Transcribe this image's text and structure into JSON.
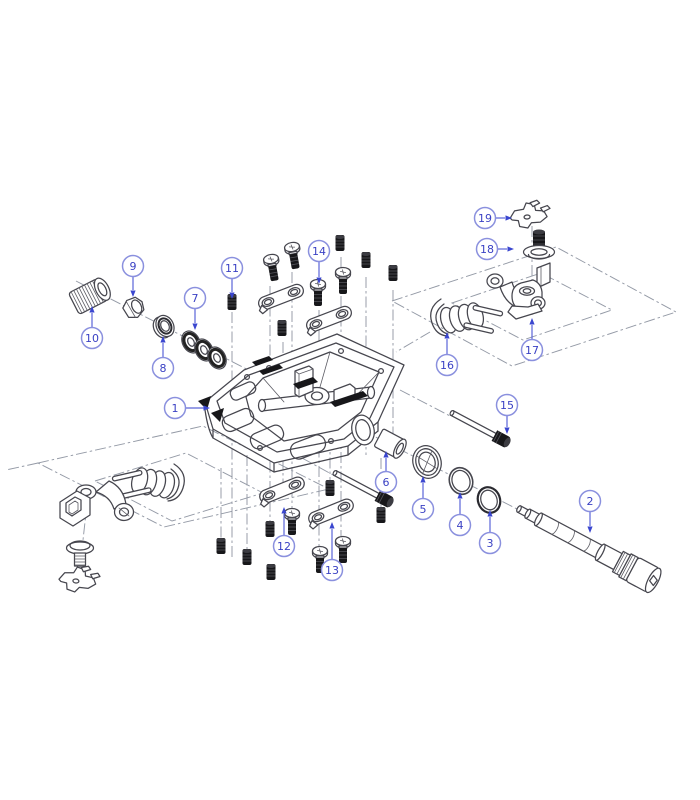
{
  "diagram": {
    "kind": "exploded-parts-diagram",
    "colors": {
      "background": "#ffffff",
      "part_line": "#46464e",
      "dark_fill": "#17171a",
      "centerline": "#949aa6",
      "callout_ring": "#8a90de",
      "callout_text": "#3a41c4",
      "leader": "#5a63d8",
      "arrowhead": "#3a46cf"
    },
    "callouts": [
      {
        "label": "1"
      },
      {
        "label": "2"
      },
      {
        "label": "3"
      },
      {
        "label": "4"
      },
      {
        "label": "5"
      },
      {
        "label": "6"
      },
      {
        "label": "7"
      },
      {
        "label": "8"
      },
      {
        "label": "9"
      },
      {
        "label": "10"
      },
      {
        "label": "11"
      },
      {
        "label": "12"
      },
      {
        "label": "13"
      },
      {
        "label": "14"
      },
      {
        "label": "15"
      },
      {
        "label": "16"
      },
      {
        "label": "17"
      },
      {
        "label": "18"
      },
      {
        "label": "19"
      }
    ]
  }
}
